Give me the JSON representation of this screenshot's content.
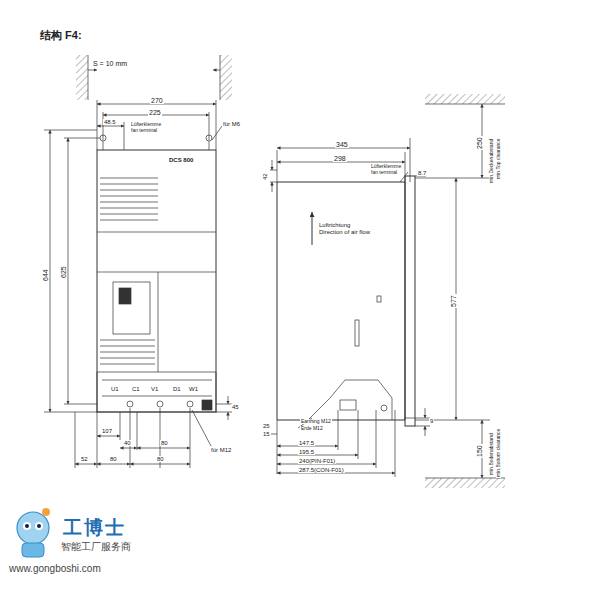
{
  "diagram": {
    "title": "结构 F4:",
    "labels": [
      "S = 10 mm",
      "270",
      "225",
      "48.5",
      "Lüfterklemme",
      "fan terminal",
      "für M6",
      "644",
      "625",
      "DCS 800",
      "U1",
      "C1",
      "V1",
      "D1",
      "W1",
      "45",
      "107",
      "40",
      "80",
      "52",
      "80",
      "80",
      "für M12",
      "345",
      "298",
      "Lüfterklemme",
      "fan terminal",
      "42",
      "8.7",
      "Luftrichtung",
      "Direction of air flow",
      "577",
      "250",
      "min.Deckenabstand",
      "min.Top clearance",
      "150",
      "min.Bodenabstand",
      "min.Bottom clearance",
      "9",
      "25",
      "15",
      "Earthing M12",
      "Erde M12",
      "147.5",
      "195.5",
      "240(PIN-F01)",
      "287.5(CON-F01)",
      "工博士",
      "智能工厂服务商",
      "www.gongboshi.com"
    ]
  }
}
